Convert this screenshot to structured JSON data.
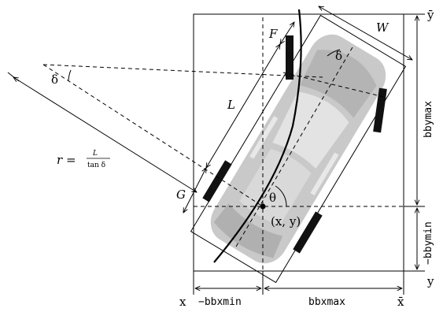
{
  "labels": {
    "F": "F",
    "W": "W",
    "L": "L",
    "G": "G",
    "delta_top": "δ",
    "delta_left": "δ",
    "theta": "θ",
    "point": "(x, y)",
    "r_lhs": "r =",
    "r_num": "L",
    "r_den": "tan δ",
    "y_bar": "ȳ",
    "y_under": "y",
    "x_under": "x",
    "x_bar": "x̄",
    "bbymax": "bbymax",
    "neg_bbymin": "−bbymin",
    "neg_bbxmin": "−bbxmin",
    "bbxmax": "bbxmax"
  },
  "colors": {
    "car_body": "#c8c8c8",
    "car_light": "#e6e6e6",
    "car_dark": "#9a9a9a",
    "wheel": "#111111",
    "line": "#000000"
  }
}
